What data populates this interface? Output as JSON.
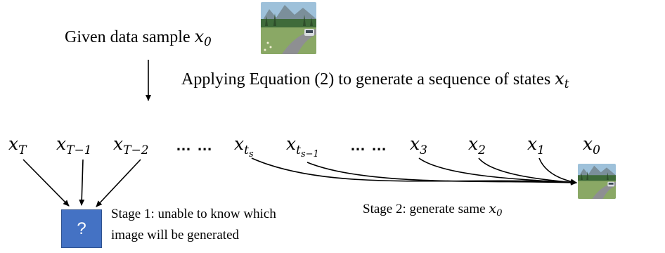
{
  "given_text": "Given data sample",
  "given_var": "x",
  "given_var_sub": "0",
  "apply_text": "Applying Equation (2) to generate a sequence of states",
  "apply_var": "x",
  "apply_var_sub": "t",
  "sequence": [
    {
      "base": "x",
      "sub": "T"
    },
    {
      "base": "x",
      "sub": "T−1"
    },
    {
      "base": "x",
      "sub": "T−2"
    },
    {
      "dots": "… …"
    },
    {
      "base": "x",
      "sub": "t",
      "subsub": "s"
    },
    {
      "base": "x",
      "sub": "t",
      "subsub": "s−1"
    },
    {
      "dots": "… …"
    },
    {
      "base": "x",
      "sub": "3"
    },
    {
      "base": "x",
      "sub": "2"
    },
    {
      "base": "x",
      "sub": "1"
    },
    {
      "base": "x",
      "sub": "0"
    }
  ],
  "box_label": "?",
  "stage1_line1": "Stage 1: unable to know which",
  "stage1_line2": "image will be generated",
  "stage2_text": "Stage 2: generate same",
  "stage2_var": "x",
  "stage2_var_sub": "0"
}
